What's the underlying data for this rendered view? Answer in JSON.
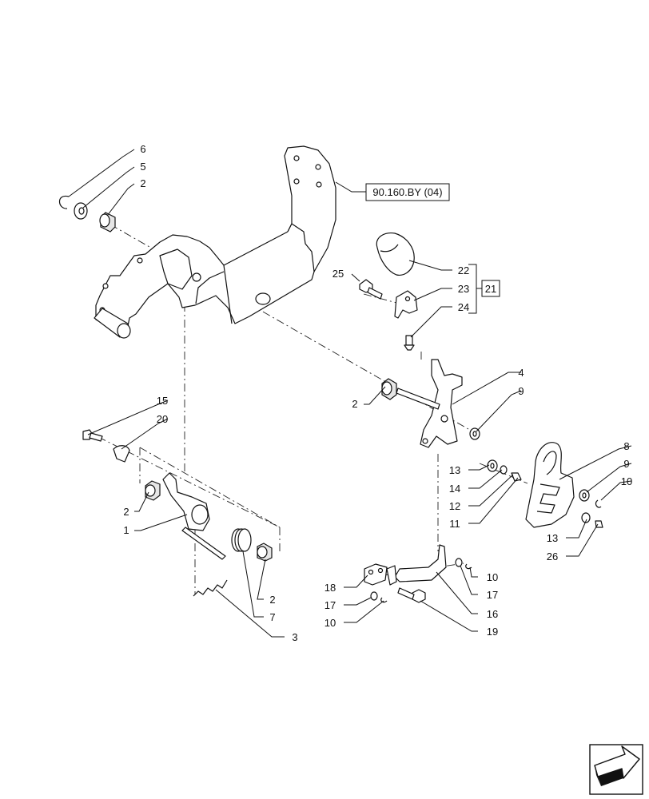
{
  "callouts": [
    {
      "id": "c6",
      "text": "6"
    },
    {
      "id": "c5",
      "text": "5"
    },
    {
      "id": "c2a",
      "text": "2"
    },
    {
      "id": "c22",
      "text": "22"
    },
    {
      "id": "c23",
      "text": "23"
    },
    {
      "id": "c24",
      "text": "24"
    },
    {
      "id": "c25",
      "text": "25"
    },
    {
      "id": "c4",
      "text": "4"
    },
    {
      "id": "c9a",
      "text": "9"
    },
    {
      "id": "c2b",
      "text": "2"
    },
    {
      "id": "c15",
      "text": "15"
    },
    {
      "id": "c20",
      "text": "20"
    },
    {
      "id": "c8",
      "text": "8"
    },
    {
      "id": "c9b",
      "text": "9"
    },
    {
      "id": "c10a",
      "text": "10"
    },
    {
      "id": "c13a",
      "text": "13"
    },
    {
      "id": "c14",
      "text": "14"
    },
    {
      "id": "c12",
      "text": "12"
    },
    {
      "id": "c11",
      "text": "11"
    },
    {
      "id": "c13b",
      "text": "13"
    },
    {
      "id": "c26",
      "text": "26"
    },
    {
      "id": "c2c",
      "text": "2"
    },
    {
      "id": "c1",
      "text": "1"
    },
    {
      "id": "c2d",
      "text": "2"
    },
    {
      "id": "c7",
      "text": "7"
    },
    {
      "id": "c3",
      "text": "3"
    },
    {
      "id": "c18",
      "text": "18"
    },
    {
      "id": "c17a",
      "text": "17"
    },
    {
      "id": "c10b",
      "text": "10"
    },
    {
      "id": "c10c",
      "text": "10"
    },
    {
      "id": "c17b",
      "text": "17"
    },
    {
      "id": "c16",
      "text": "16"
    },
    {
      "id": "c19",
      "text": "19"
    }
  ],
  "references": {
    "section_ref": "90.160.BY (04)",
    "group_ref": "21"
  },
  "nav_icon": "next-page-arrow-icon"
}
